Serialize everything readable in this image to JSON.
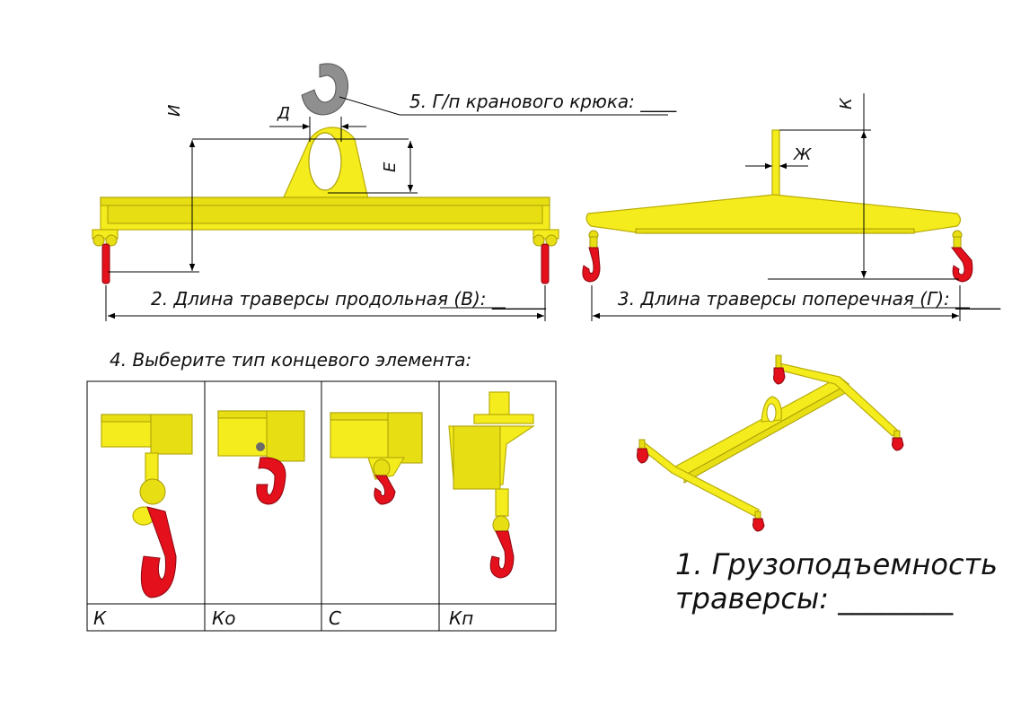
{
  "labels": {
    "crane_hook": "5. Г/п кранового крюка: ____",
    "length_long": "2. Длина траверсы продольная (В): ______",
    "length_cross": "3. Длина траверсы поперечная (Г): _____",
    "choose_end": "4. Выберите тип концевого элемента:",
    "capacity_line1": "1. Грузоподъемность",
    "capacity_line2": "траверсы: ________"
  },
  "dimensions": {
    "I": "И",
    "D": "Д",
    "E": "Е",
    "K": "К",
    "Zh": "Ж"
  },
  "end_types": [
    {
      "code": "К"
    },
    {
      "code": "Ко"
    },
    {
      "code": "С"
    },
    {
      "code": "Кп"
    }
  ],
  "colors": {
    "beam_yellow": "#f4ec1c",
    "hook_red": "#e4101c",
    "crane_hook_grey": "#8f8f8f",
    "line": "#000000"
  }
}
